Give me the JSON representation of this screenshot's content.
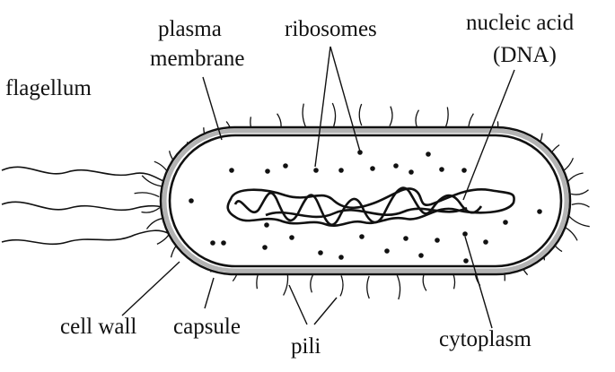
{
  "diagram": {
    "labels": {
      "plasma_membrane_line1": "plasma",
      "plasma_membrane_line2": "membrane",
      "ribosomes": "ribosomes",
      "nucleic_acid_line1": "nucleic acid",
      "nucleic_acid_line2": "(DNA)",
      "flagellum": "flagellum",
      "cell_wall": "cell wall",
      "capsule": "capsule",
      "pili": "pili",
      "cytoplasm": "cytoplasm"
    },
    "colors": {
      "ink": "#111111",
      "cell_wall_gray": "#b3b3b3",
      "background": "#ffffff"
    }
  }
}
